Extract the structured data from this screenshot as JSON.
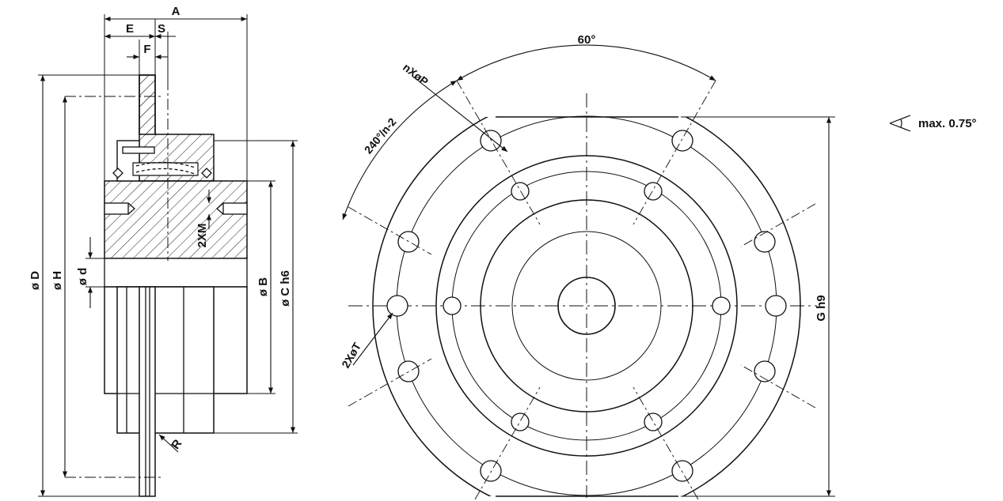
{
  "labels": {
    "A": "A",
    "E": "E",
    "S": "S",
    "F": "F",
    "D": "ø D",
    "H": "ø H",
    "d": "ø d",
    "M": "2XM",
    "B": "ø B",
    "C": "ø C h6",
    "R": "R",
    "angle_top": "60°",
    "holes": "nXøP",
    "angle_pitch": "240°/n-2",
    "tapped": "2XøT",
    "G": "G h9",
    "misalignment": "max. 0.75°"
  },
  "colors": {
    "line": "#111111",
    "background": "#ffffff"
  },
  "icons": {
    "angle_symbol": "angle-icon"
  }
}
